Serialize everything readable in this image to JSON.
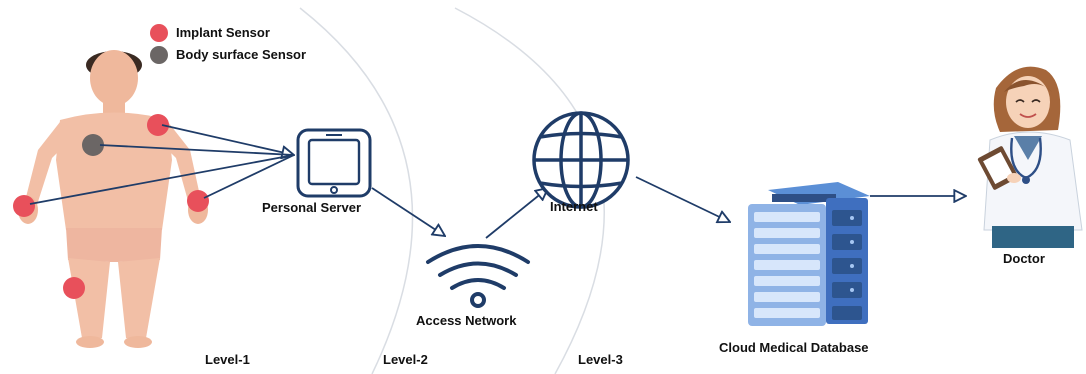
{
  "legend": {
    "implant": {
      "label": "Implant Sensor",
      "color": "#e8505b"
    },
    "surface": {
      "label": "Body surface Sensor",
      "color": "#6b6665"
    }
  },
  "nodes": {
    "personal_server": "Personal Server",
    "access_network": "Access Network",
    "internet": "Internet",
    "cloud_db": "Cloud Medical Database",
    "doctor": "Doctor"
  },
  "levels": [
    "Level-1",
    "Level-2",
    "Level-3"
  ],
  "colors": {
    "navy": "#1f3c68",
    "skin": "#f2bfa6",
    "server_blue": "#4a7fc9"
  }
}
